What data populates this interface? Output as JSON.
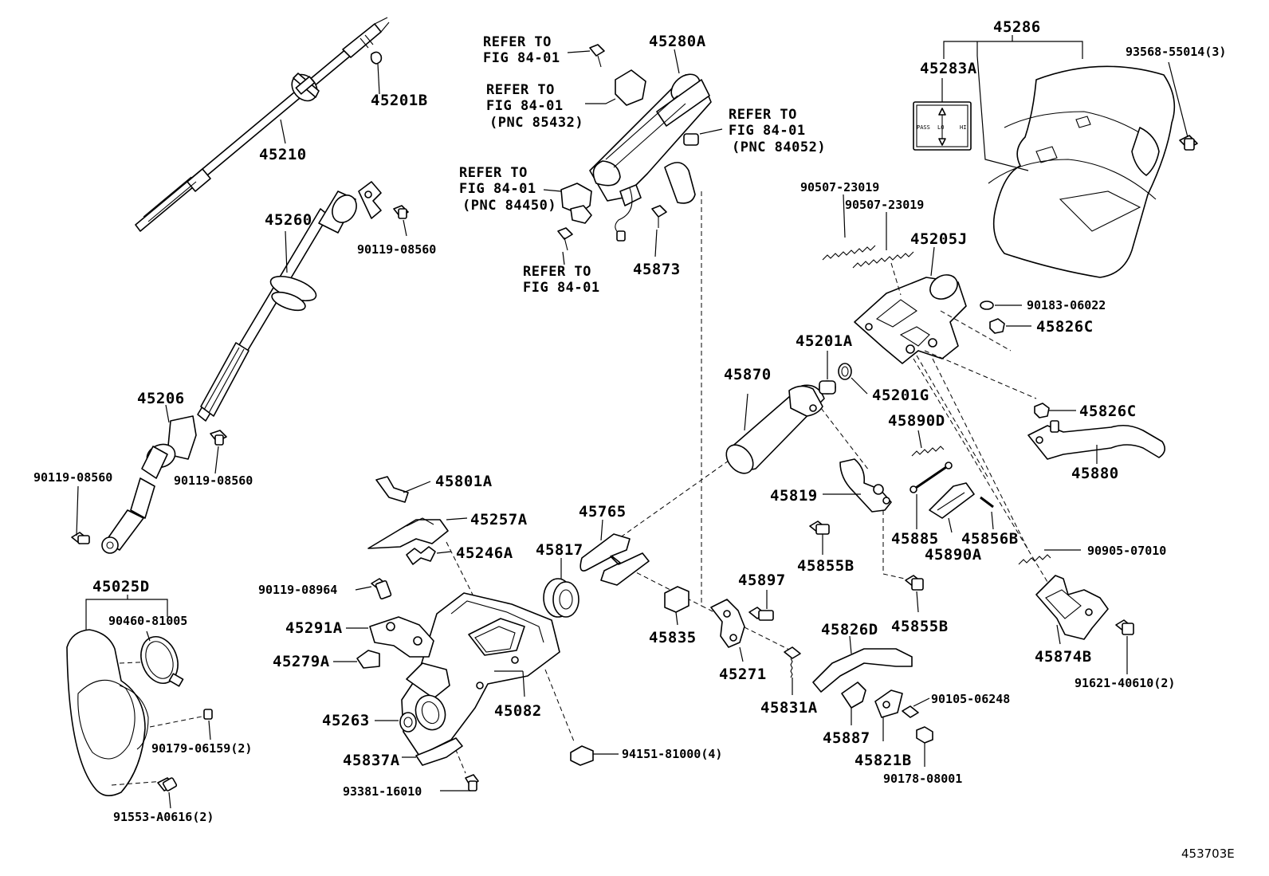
{
  "diagram_code": "453703E",
  "labels": {
    "p45201B": "45201B",
    "p45210": "45210",
    "p45260": "45260",
    "p90119_08560_a": "90119-08560",
    "p45206": "45206",
    "p90119_08560_b": "90119-08560",
    "p90119_08560_c": "90119-08560",
    "p45025D": "45025D",
    "p90460_81005": "90460-81005",
    "p90179_06159": "90179-06159(2)",
    "p91553_A0616": "91553-A0616(2)",
    "p45280A": "45280A",
    "ref1_a": "REFER TO",
    "ref1_b": "FIG 84-01",
    "ref2_a": "REFER TO",
    "ref2_b": "FIG 84-01",
    "ref2_c": "(PNC 85432)",
    "ref3_a": "REFER TO",
    "ref3_b": "FIG 84-01",
    "ref3_c": "(PNC 84052)",
    "ref4_a": "REFER TO",
    "ref4_b": "FIG 84-01",
    "ref4_c": "(PNC 84450)",
    "ref5_a": "REFER TO",
    "ref5_b": "FIG 84-01",
    "p45873": "45873",
    "p45286": "45286",
    "p45283A": "45283A",
    "p93568_55014": "93568-55014(3)",
    "p90507_23019_a": "90507-23019",
    "p90507_23019_b": "90507-23019",
    "p45205J": "45205J",
    "p90183_06022": "90183-06022",
    "p45826C_a": "45826C",
    "p45201A": "45201A",
    "p45201G": "45201G",
    "p45870": "45870",
    "p45826C_b": "45826C",
    "p45890D": "45890D",
    "p45880": "45880",
    "p45819": "45819",
    "p45885": "45885",
    "p45856B": "45856B",
    "p45890A": "45890A",
    "p90905_07010": "90905-07010",
    "p45855B_a": "45855B",
    "p45855B_b": "45855B",
    "p45801A": "45801A",
    "p45257A": "45257A",
    "p45246A": "45246A",
    "p45765": "45765",
    "p45817": "45817",
    "p90119_08964": "90119-08964",
    "p45291A": "45291A",
    "p45279A": "45279A",
    "p45263": "45263",
    "p45837A": "45837A",
    "p93381_16010": "93381-16010",
    "p45082": "45082",
    "p94151_81000": "94151-81000(4)",
    "p45835": "45835",
    "p45897": "45897",
    "p45271": "45271",
    "p45831A": "45831A",
    "p45826D": "45826D",
    "p45887": "45887",
    "p45821B": "45821B",
    "p90105_06248": "90105-06248",
    "p90178_08001": "90178-08001",
    "p45874B": "45874B",
    "p91621_40610": "91621-40610(2)"
  },
  "emblem": {
    "left": "PASS",
    "center": "LO",
    "right": "HI"
  }
}
